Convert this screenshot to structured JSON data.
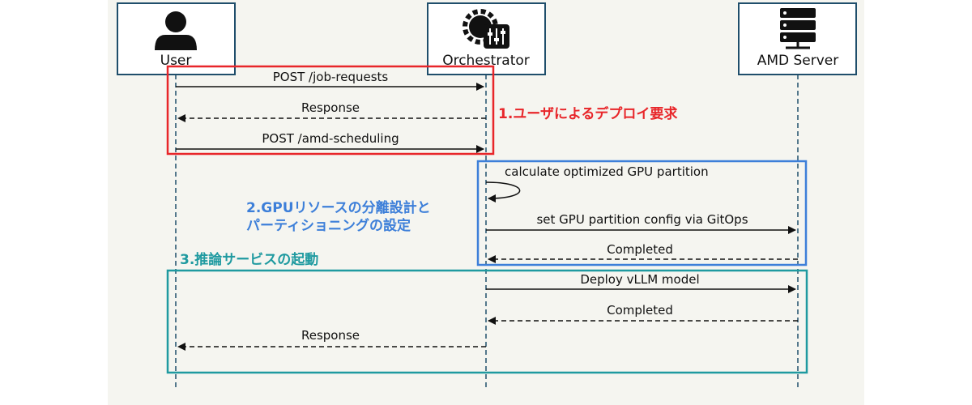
{
  "participants": {
    "user": {
      "label": "User",
      "icon": "person-icon"
    },
    "orchestrator": {
      "label": "Orchestrator",
      "icon": "gear-sliders-icon"
    },
    "amd_server": {
      "label": "AMD Server",
      "icon": "server-rack-icon"
    }
  },
  "messages": [
    {
      "text": "POST /job-requests",
      "from": "user",
      "to": "orchestrator",
      "style": "solid"
    },
    {
      "text": "Response",
      "from": "orchestrator",
      "to": "user",
      "style": "dashed"
    },
    {
      "text": "POST /amd-scheduling",
      "from": "user",
      "to": "orchestrator",
      "style": "solid"
    },
    {
      "text": "calculate optimized GPU partition",
      "from": "orchestrator",
      "to": "orchestrator",
      "style": "solid"
    },
    {
      "text": "set GPU partition config via GitOps",
      "from": "orchestrator",
      "to": "amd_server",
      "style": "solid"
    },
    {
      "text": "Completed",
      "from": "amd_server",
      "to": "orchestrator",
      "style": "dashed"
    },
    {
      "text": "Deploy vLLM model",
      "from": "orchestrator",
      "to": "amd_server",
      "style": "solid"
    },
    {
      "text": "Completed",
      "from": "amd_server",
      "to": "orchestrator",
      "style": "dashed"
    },
    {
      "text": "Response",
      "from": "orchestrator",
      "to": "user",
      "style": "dashed"
    }
  ],
  "groups": [
    {
      "label": "1.ユーザによるデプロイ要求",
      "color": "#e8262a"
    },
    {
      "label_line1": "2.GPUリソースの分離設計と",
      "label_line2": "パーティショニングの設定",
      "color": "#3d7fd9"
    },
    {
      "label": "3.推論サービスの起動",
      "color": "#1f9aa0"
    }
  ],
  "colors": {
    "background": "#f5f5f0",
    "participant_border": "#1f4e6b",
    "lifeline": "#1f4e6b",
    "arrow": "#111111"
  }
}
